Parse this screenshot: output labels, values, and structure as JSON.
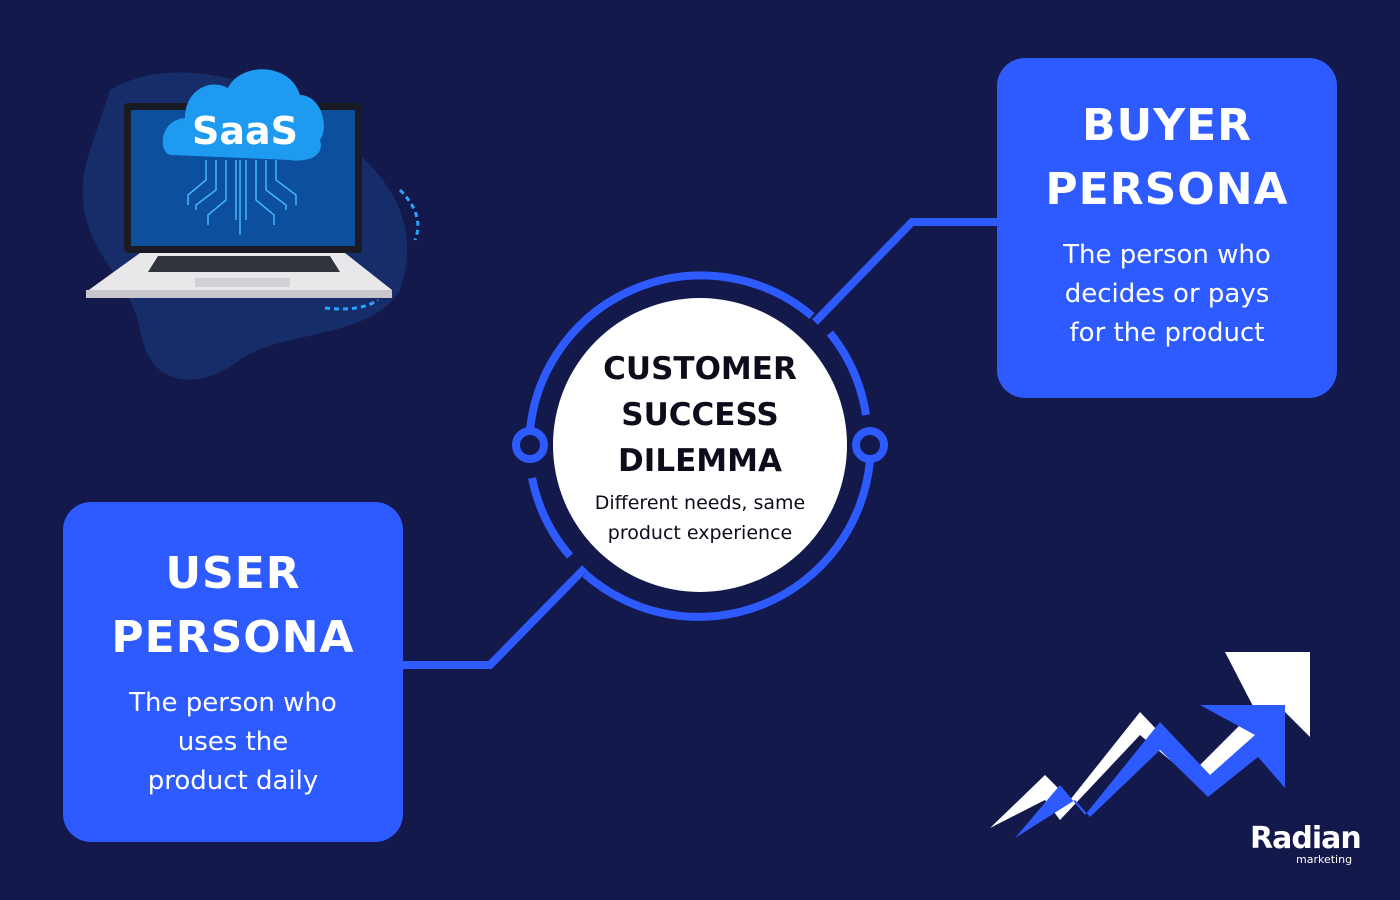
{
  "illustration": {
    "cloud_label": "SaaS"
  },
  "center": {
    "title_lines": [
      "CUSTOMER",
      "SUCCESS",
      "DILEMMA"
    ],
    "subtitle_lines": [
      "Different needs, same",
      "product experience"
    ]
  },
  "buyer": {
    "title_lines": [
      "BUYER",
      "PERSONA"
    ],
    "desc_lines": [
      "The person who",
      "decides or pays",
      "for the product"
    ]
  },
  "user": {
    "title_lines": [
      "USER",
      "PERSONA"
    ],
    "desc_lines": [
      "The person who",
      "uses the",
      "product daily"
    ]
  },
  "logo": {
    "name": "Radian",
    "sub": "marketing"
  },
  "colors": {
    "background": "#13194a",
    "accent": "#2d5bff"
  }
}
